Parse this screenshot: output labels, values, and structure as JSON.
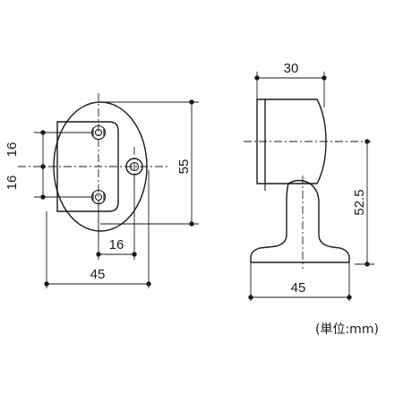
{
  "front_view": {
    "dim_top_16": "16",
    "dim_bottom_16": "16",
    "dim_55": "55",
    "dim_hole_16": "16",
    "dim_45": "45"
  },
  "side_view": {
    "dim_30": "30",
    "dim_52_5": "52.5",
    "dim_45": "45"
  },
  "unit_note": "(単位:mm)"
}
